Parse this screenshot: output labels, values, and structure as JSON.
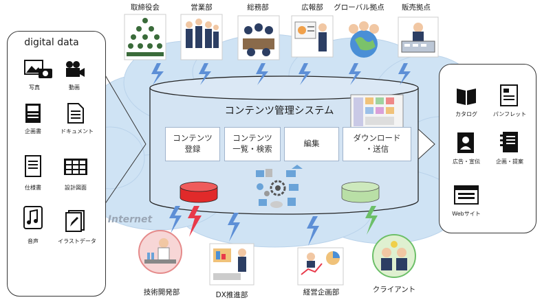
{
  "top_labels": [
    "取締役会",
    "営業部",
    "総務部",
    "広報部",
    "グローバル拠点",
    "販売拠点"
  ],
  "left_panel": {
    "title": "digital data",
    "items": [
      "写真",
      "動画",
      "企画書",
      "ドキュメント",
      "仕様書",
      "設計図面",
      "音声",
      "イラストデータ"
    ]
  },
  "system": {
    "title": "コンテンツ管理システム",
    "boxes": [
      "コンテンツ\n登録",
      "コンテンツ\n一覧・検索",
      "編集",
      "ダウンロード\n・送信"
    ]
  },
  "internet_label": "Internet",
  "bottom_labels": [
    "技術開発部",
    "DX推進部",
    "経営企画部",
    "クライアント"
  ],
  "right_panel": {
    "items": [
      "カタログ",
      "パンフレット",
      "広告・宣伝",
      "企画・提案",
      "Webサイト"
    ]
  },
  "colors": {
    "cloud": "#cfe3f4",
    "cylinder": "#d4e4f3",
    "bolt_blue": "#5d8fd6",
    "bolt_red": "#e8394a",
    "bolt_green": "#6cbf68",
    "db_red": "#e12a2a",
    "db_green": "#b9dfa6"
  }
}
